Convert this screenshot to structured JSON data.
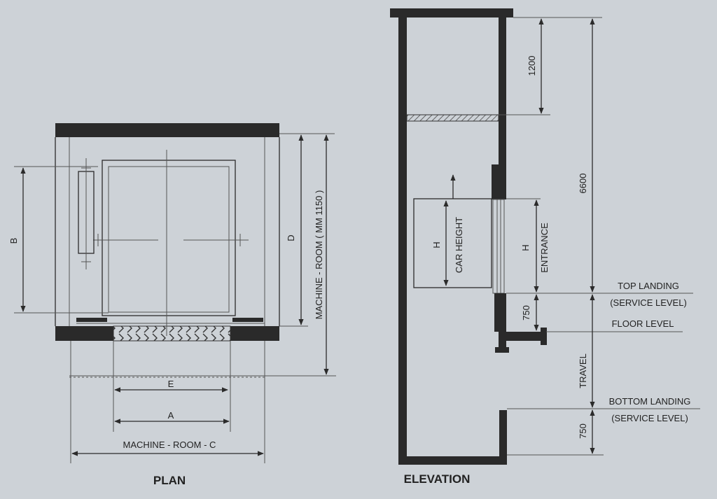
{
  "plan": {
    "title": "PLAN",
    "label_b": "B",
    "label_d": "D",
    "label_e": "E",
    "label_a": "A",
    "label_machine_room_c": "MACHINE - ROOM - C",
    "label_machine_room_height": "MACHINE - ROOM ( MM 1150 )"
  },
  "elevation": {
    "title": "ELEVATION",
    "dim_1200": "1200",
    "dim_6600": "6600",
    "label_h_car": "H",
    "label_car_height": "CAR HEIGHT",
    "label_h_entrance": "H",
    "label_entrance": "ENTRANCE",
    "top_landing": "TOP LANDING",
    "top_service": "(SERVICE LEVEL)",
    "dim_750_top": "750",
    "floor_level": "FLOOR LEVEL",
    "travel": "TRAVEL",
    "bottom_landing": "BOTTOM LANDING",
    "bottom_service": "(SERVICE LEVEL)",
    "dim_750_bottom": "750"
  },
  "colors": {
    "background": "#cdd2d7",
    "ink": "#2a2a2a"
  }
}
